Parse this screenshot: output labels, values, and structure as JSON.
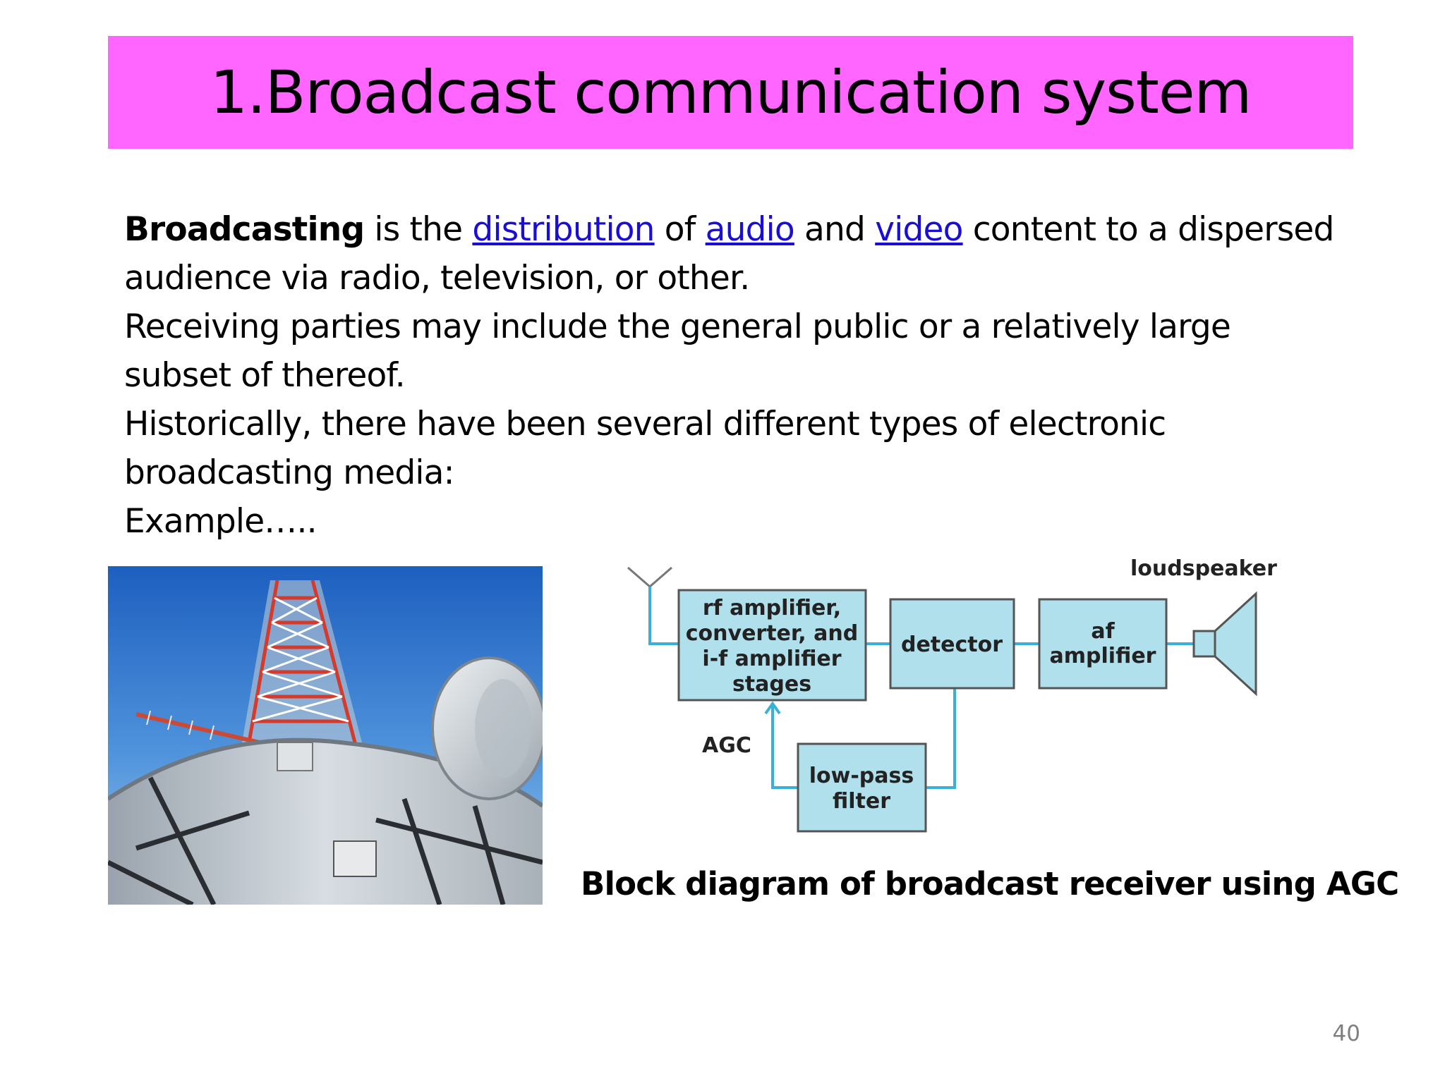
{
  "slide": {
    "title": "1.Broadcast communication system",
    "page_number": "40"
  },
  "paragraph": {
    "term": "Broadcasting",
    "t1": " is the ",
    "link_distribution": "distribution",
    "t2": " of ",
    "link_audio": "audio",
    "t3": " and ",
    "link_video": "video",
    "t4": " content to a dispersed",
    "line2": "audience via radio, television, or other.",
    "line3": " Receiving parties may include the general public or a relatively large",
    "line4": "subset of thereof.",
    "line5": "Historically, there have been several different types of electronic",
    "line6": "broadcasting media:",
    "line7": "Example….."
  },
  "diagram": {
    "caption": "Block diagram of broadcast receiver using AGC",
    "loudspeaker_label": "loudspeaker",
    "agc_label": "AGC",
    "rf_block": [
      "rf amplifier,",
      "converter, and",
      "i-f amplifier",
      "stages"
    ],
    "detector_block": "detector",
    "af_block": [
      "af",
      "amplifier"
    ],
    "lpf_block": [
      "low-pass",
      "filter"
    ],
    "block_fill": "#b0e0ec",
    "line_color": "#3ab0d8"
  },
  "colors": {
    "title_bar": "#ff66ff",
    "link": "#1a0dd6",
    "page_number": "#7f7f7f"
  }
}
